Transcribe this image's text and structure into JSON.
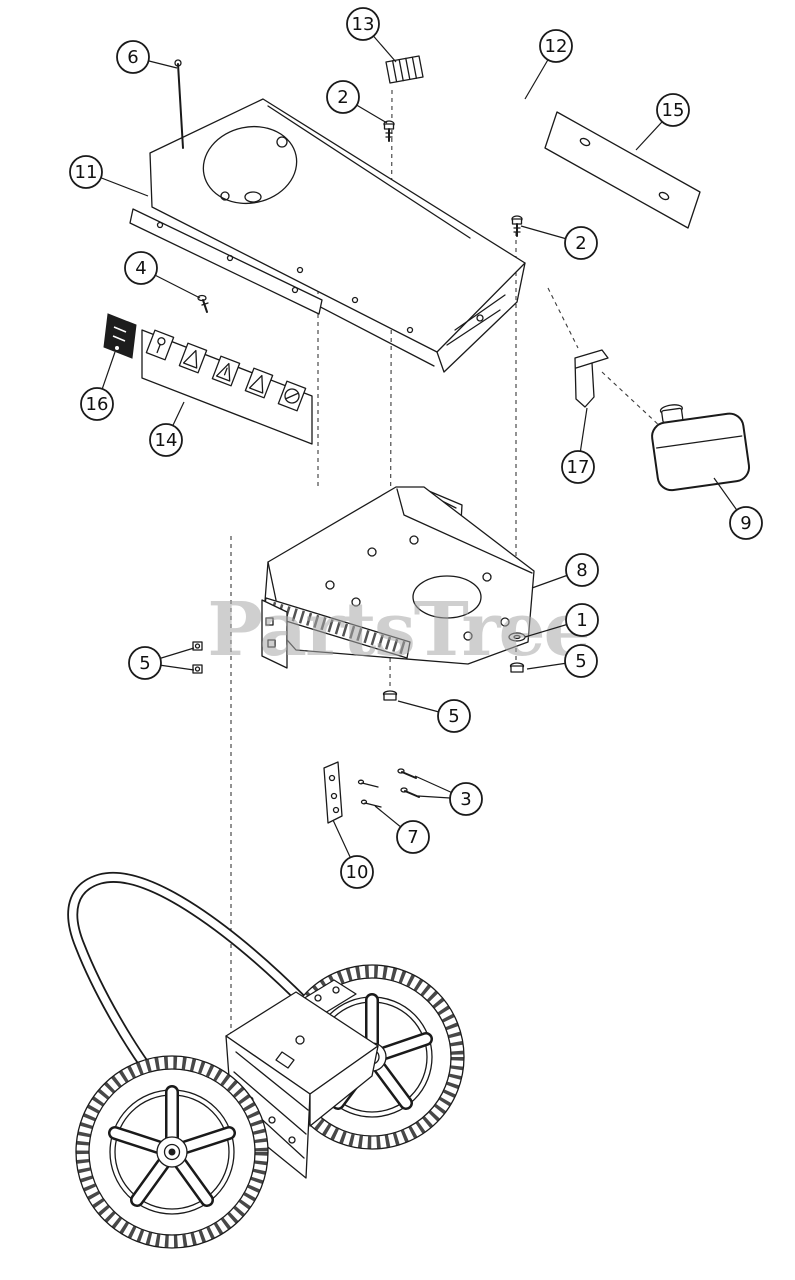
{
  "diagram": {
    "watermark": "PartsTree",
    "colors": {
      "line": "#1a1a1a",
      "watermark": "#a9a9a9",
      "background": "#ffffff"
    },
    "callouts": [
      {
        "label": "13"
      },
      {
        "label": "6"
      },
      {
        "label": "12"
      },
      {
        "label": "2"
      },
      {
        "label": "15"
      },
      {
        "label": "11"
      },
      {
        "label": "2"
      },
      {
        "label": "4"
      },
      {
        "label": "16"
      },
      {
        "label": "14"
      },
      {
        "label": "17"
      },
      {
        "label": "9"
      },
      {
        "label": "8"
      },
      {
        "label": "1"
      },
      {
        "label": "5"
      },
      {
        "label": "5"
      },
      {
        "label": "5"
      },
      {
        "label": "3"
      },
      {
        "label": "7"
      },
      {
        "label": "10"
      }
    ]
  }
}
